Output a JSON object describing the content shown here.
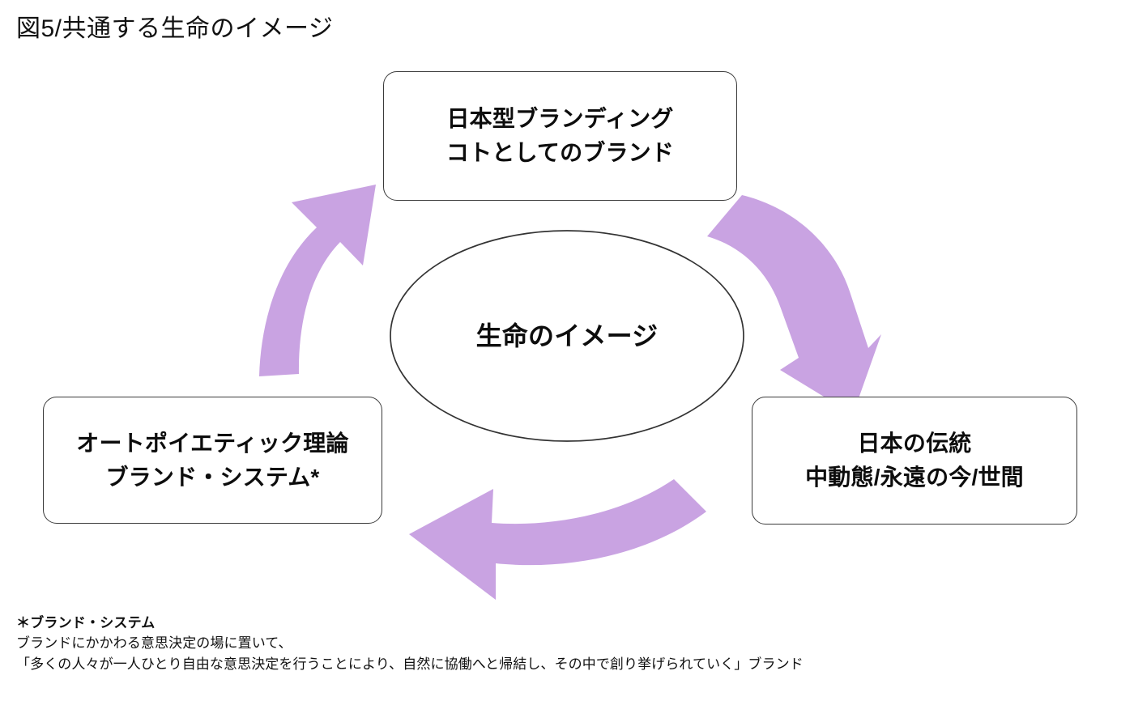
{
  "figure": {
    "title": "図5/共通する生命のイメージ",
    "center": {
      "label": "生命のイメージ",
      "shape": "ellipse"
    },
    "nodes": [
      {
        "id": "top",
        "position": "top",
        "lines": [
          "日本型ブランディング",
          "コトとしてのブランド"
        ]
      },
      {
        "id": "right",
        "position": "bottom-right",
        "lines": [
          "日本の伝統",
          "中動態/永遠の今/世間"
        ]
      },
      {
        "id": "left",
        "position": "bottom-left",
        "lines": [
          "オートポイエティック理論",
          "ブランド・システム*"
        ]
      }
    ],
    "arrows": [
      {
        "id": "top-to-right",
        "from": "top",
        "to": "right",
        "direction": "clockwise-down-right"
      },
      {
        "id": "right-to-left",
        "from": "right",
        "to": "left",
        "direction": "clockwise-right-to-left"
      },
      {
        "id": "left-to-top",
        "from": "left",
        "to": "top",
        "direction": "clockwise-up-left"
      }
    ],
    "footnote": {
      "heading": "＊ブランド・システム",
      "lines": [
        "ブランドにかかわる意思決定の場に置いて、",
        "「多くの人々が一人ひとり自由な意思決定を行うことにより、自然に協働へと帰結し、その中で創り挙げられていく」ブランド"
      ]
    },
    "colors": {
      "arrow_fill": "#c9a3e2",
      "box_border": "#3a3a3a",
      "ellipse_stroke": "#333333",
      "text": "#0d0d0d",
      "background": "#ffffff"
    }
  }
}
